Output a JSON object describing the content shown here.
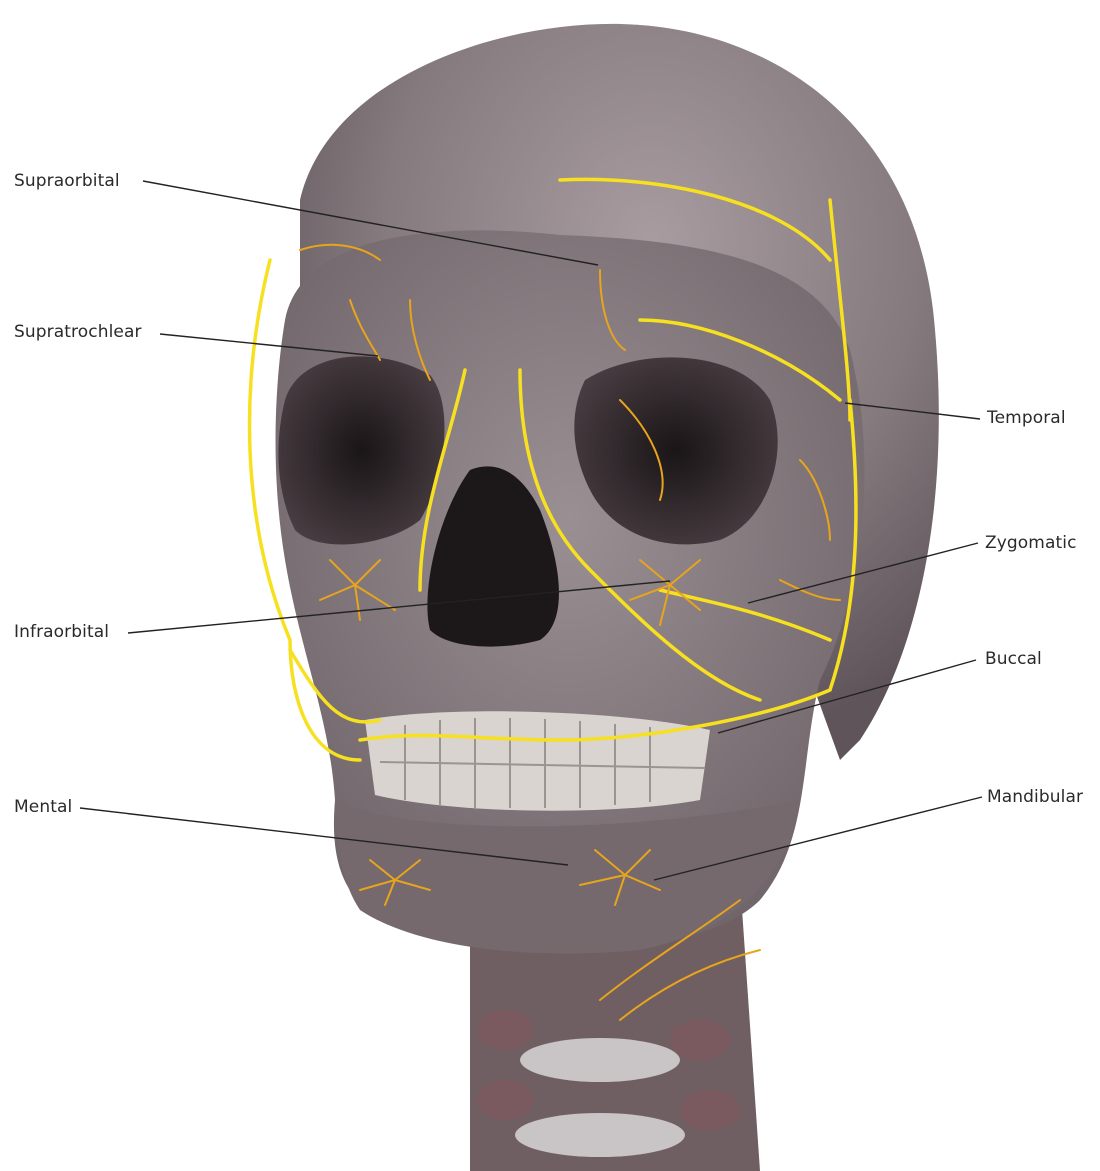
{
  "colors": {
    "background": "#ffffff",
    "bone": "#8a7e82",
    "bone_dark": "#5d5257",
    "nerve": "#f7e020",
    "nerve_branch": "#e8a41c",
    "label_text": "#2a2a2a",
    "leader_line": "#222222"
  },
  "labels": {
    "supraorbital": "Supraorbital",
    "supratrochlear": "Supratrochlear",
    "temporal": "Temporal",
    "zygomatic": "Zygomatic",
    "infraorbital": "Infraorbital",
    "buccal": "Buccal",
    "mental": "Mental",
    "mandibular": "Mandibular"
  }
}
